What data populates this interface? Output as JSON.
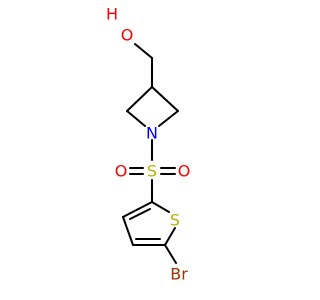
{
  "molecule": {
    "colors": {
      "bond": "#000000",
      "oxygen": "#ff0000",
      "nitrogen": "#0000ff",
      "sulfur": "#b3b300",
      "bromine": "#993300"
    },
    "atoms": {
      "hydroxyl_oxygen": "O",
      "hydroxyl_hydrogen": "H",
      "azetidine_nitrogen": "N",
      "sulfonyl_sulfur": "S",
      "sulfonyl_oxygen_left": "O",
      "sulfonyl_oxygen_right": "O",
      "thiophene_sulfur": "S",
      "bromine": "Br"
    }
  }
}
